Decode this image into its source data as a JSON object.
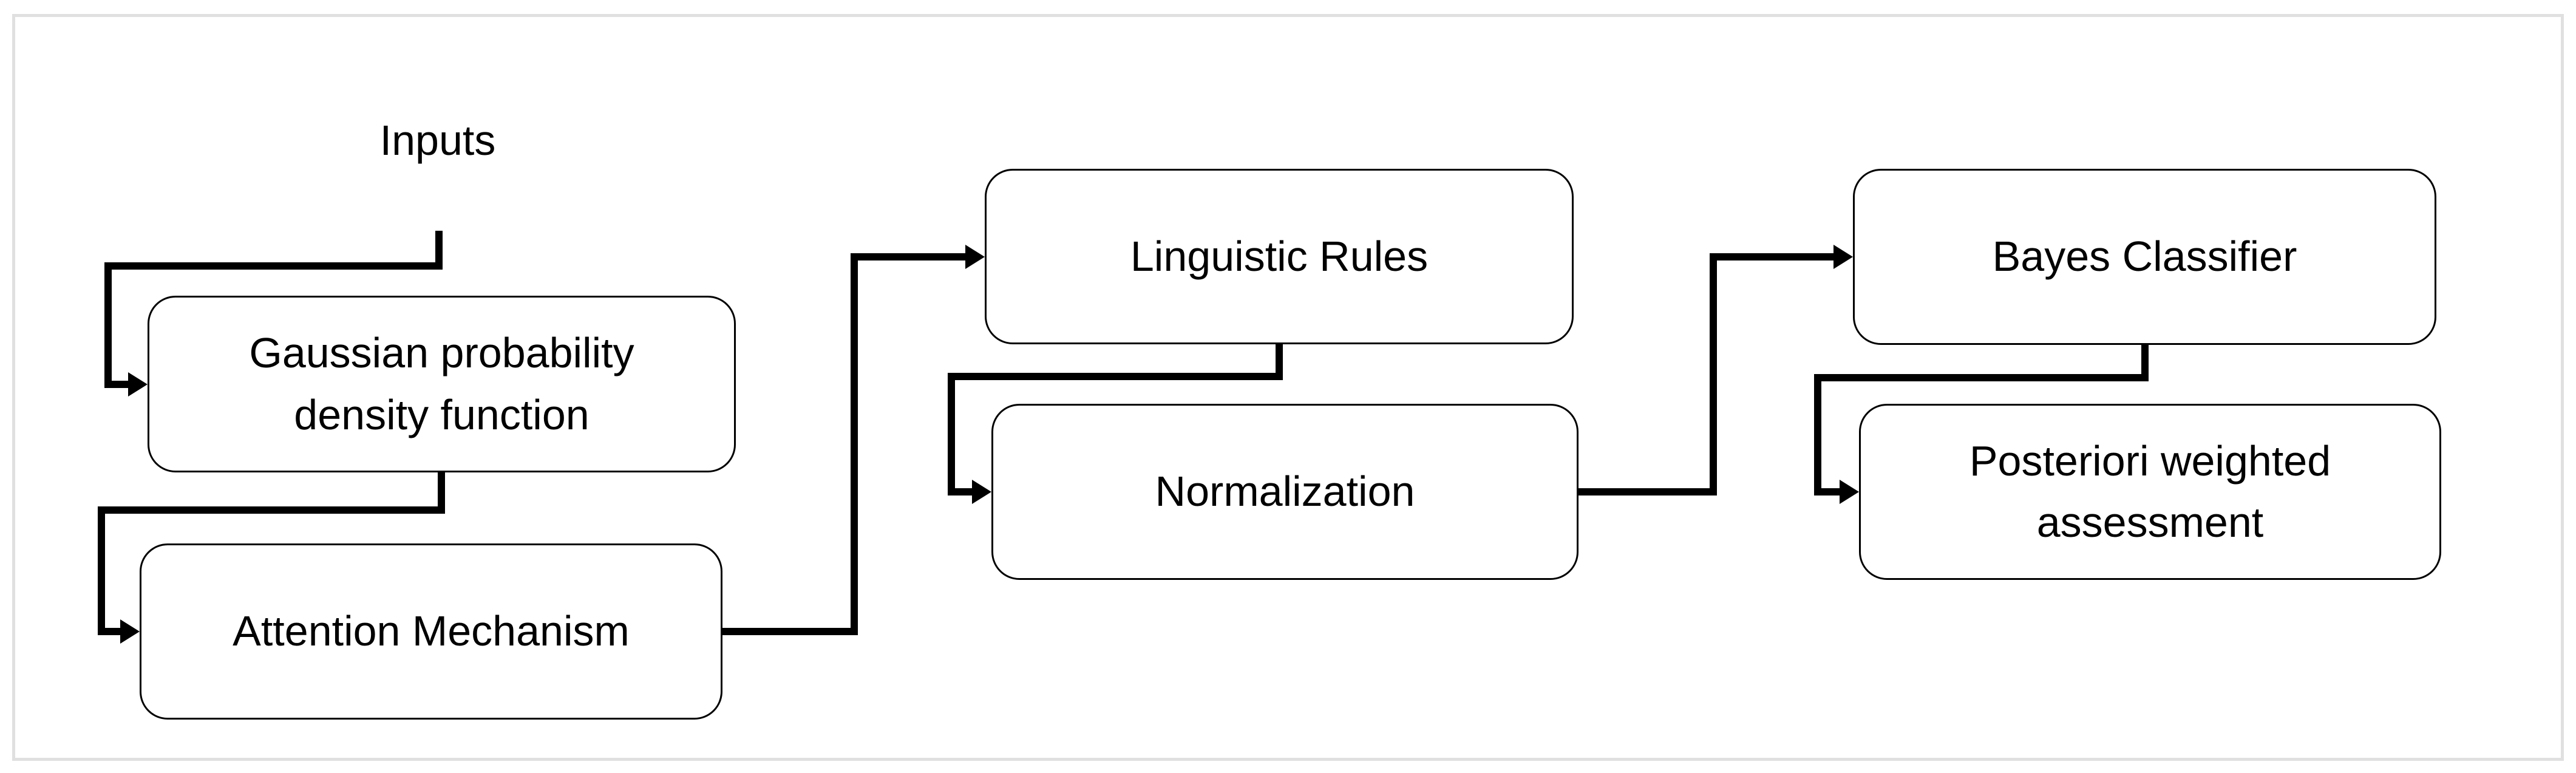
{
  "diagram": {
    "inputs_label": "Inputs",
    "nodes": [
      {
        "id": "gaussian-pdf",
        "label": "Gaussian probability\ndensity function"
      },
      {
        "id": "attention-mechanism",
        "label": "Attention Mechanism"
      },
      {
        "id": "linguistic-rules",
        "label": "Linguistic Rules"
      },
      {
        "id": "normalization",
        "label": "Normalization"
      },
      {
        "id": "bayes-classifier",
        "label": "Bayes Classifier"
      },
      {
        "id": "posteriori-weighted",
        "label": "Posteriori weighted\nassessment"
      }
    ],
    "edges": [
      {
        "from": "inputs",
        "to": "gaussian-pdf"
      },
      {
        "from": "gaussian-pdf",
        "to": "attention-mechanism"
      },
      {
        "from": "attention-mechanism",
        "to": "linguistic-rules"
      },
      {
        "from": "linguistic-rules",
        "to": "normalization"
      },
      {
        "from": "normalization",
        "to": "bayes-classifier"
      },
      {
        "from": "bayes-classifier",
        "to": "posteriori-weighted"
      }
    ],
    "colors": {
      "line": "#000000",
      "box_border": "#000000",
      "box_fill": "#ffffff",
      "frame_border": "#e0e0e0",
      "background": "#ffffff",
      "text": "#000000"
    }
  }
}
